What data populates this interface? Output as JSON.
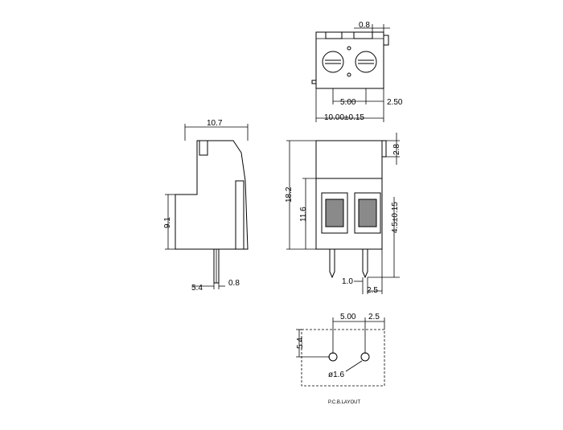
{
  "dimensions": {
    "top_view": {
      "pin_offset": "0.8",
      "pitch": "5.00",
      "edge": "2.50",
      "width": "10.00±0.15"
    },
    "side_view": {
      "depth": "10.7",
      "lower_height": "9.1",
      "pin_pos": "5.4",
      "pin_dia": "0.8"
    },
    "front_view": {
      "top_step": "2.8",
      "total_height": "18.2",
      "body_height": "11.6",
      "pin_length": "4.5±0.15",
      "pin_width": "1.0",
      "pin_edge": "2.5"
    },
    "pcb_layout": {
      "pitch": "5.00",
      "edge": "2.5",
      "row_offset": "5.4",
      "hole_dia": "ø1.6"
    }
  },
  "caption": "P.C.B.LAYOUT"
}
